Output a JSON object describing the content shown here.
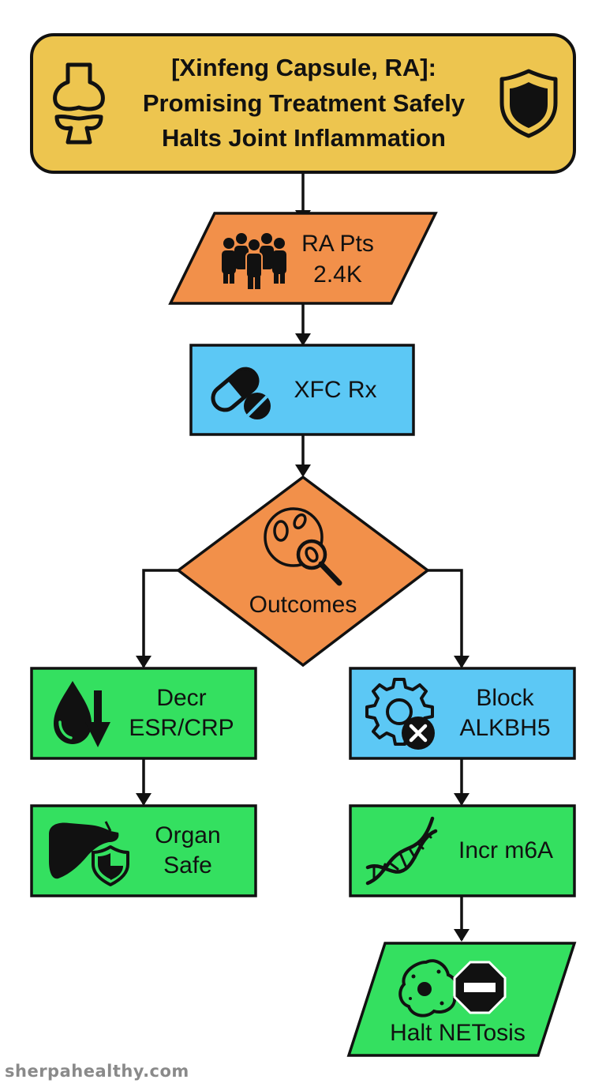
{
  "colors": {
    "title_fill": "#edc54f",
    "orange_fill": "#f2904a",
    "blue_fill": "#5cc8f5",
    "green_fill": "#34e060",
    "stroke": "#111111"
  },
  "title": {
    "line1": "[Xinfeng Capsule, RA]:",
    "line2": "Promising Treatment Safely",
    "line3": "Halts Joint Inflammation",
    "icons": [
      "knee-joint-icon",
      "shield-icon"
    ]
  },
  "nodes": {
    "patients": {
      "line1": "RA Pts",
      "line2": "2.4K",
      "icon": "people-group-icon"
    },
    "treatment": {
      "label": "XFC Rx",
      "icon": "pills-icon"
    },
    "outcomes": {
      "label": "Outcomes",
      "icon": "cell-magnifier-icon"
    },
    "markers": {
      "line1": "Decr",
      "line2": "ESR/CRP",
      "icon": "drop-down-arrow-icon"
    },
    "organ": {
      "line1": "Organ",
      "line2": "Safe",
      "icon": "liver-shield-icon"
    },
    "block": {
      "line1": "Block",
      "line2": "ALKBH5",
      "icon": "gear-x-icon"
    },
    "m6a": {
      "label": "Incr m6A",
      "icon": "dna-icon"
    },
    "netosis": {
      "label": "Halt NETosis",
      "icon": "cell-stop-sign-icon"
    }
  },
  "watermark": "sherpahealthy.com"
}
